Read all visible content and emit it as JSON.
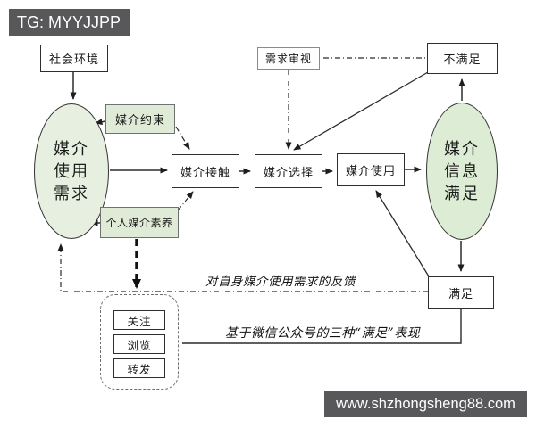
{
  "header": {
    "tag_label": "TG: MYYJJPP"
  },
  "footer": {
    "site_label": "www.shzhongsheng88.com"
  },
  "nodes": {
    "social_env": "社会环境",
    "media_use_need": [
      "媒介",
      "使用",
      "需求"
    ],
    "media_constraint": "媒介约束",
    "personal_media_literacy": "个人媒介素养",
    "media_contact": "媒介接触",
    "media_selection": "媒介选择",
    "media_use": "媒介使用",
    "need_review": "需求审视",
    "not_satisfied": "不满足",
    "media_info_satisfaction": [
      "媒介",
      "信息",
      "满足"
    ],
    "satisfied": "满足",
    "follow": "关注",
    "browse": "浏览",
    "repost": "转发"
  },
  "annotations": {
    "feedback_label": "对自身媒介使用需求的反馈",
    "satisfaction_forms_label": "基于微信公众号的三种“满足”表现"
  },
  "colors": {
    "bar_background": "#58585a",
    "green_box": "#dfead7",
    "green_ellipse": "#e7efe0",
    "line": "#2b2b2b"
  }
}
